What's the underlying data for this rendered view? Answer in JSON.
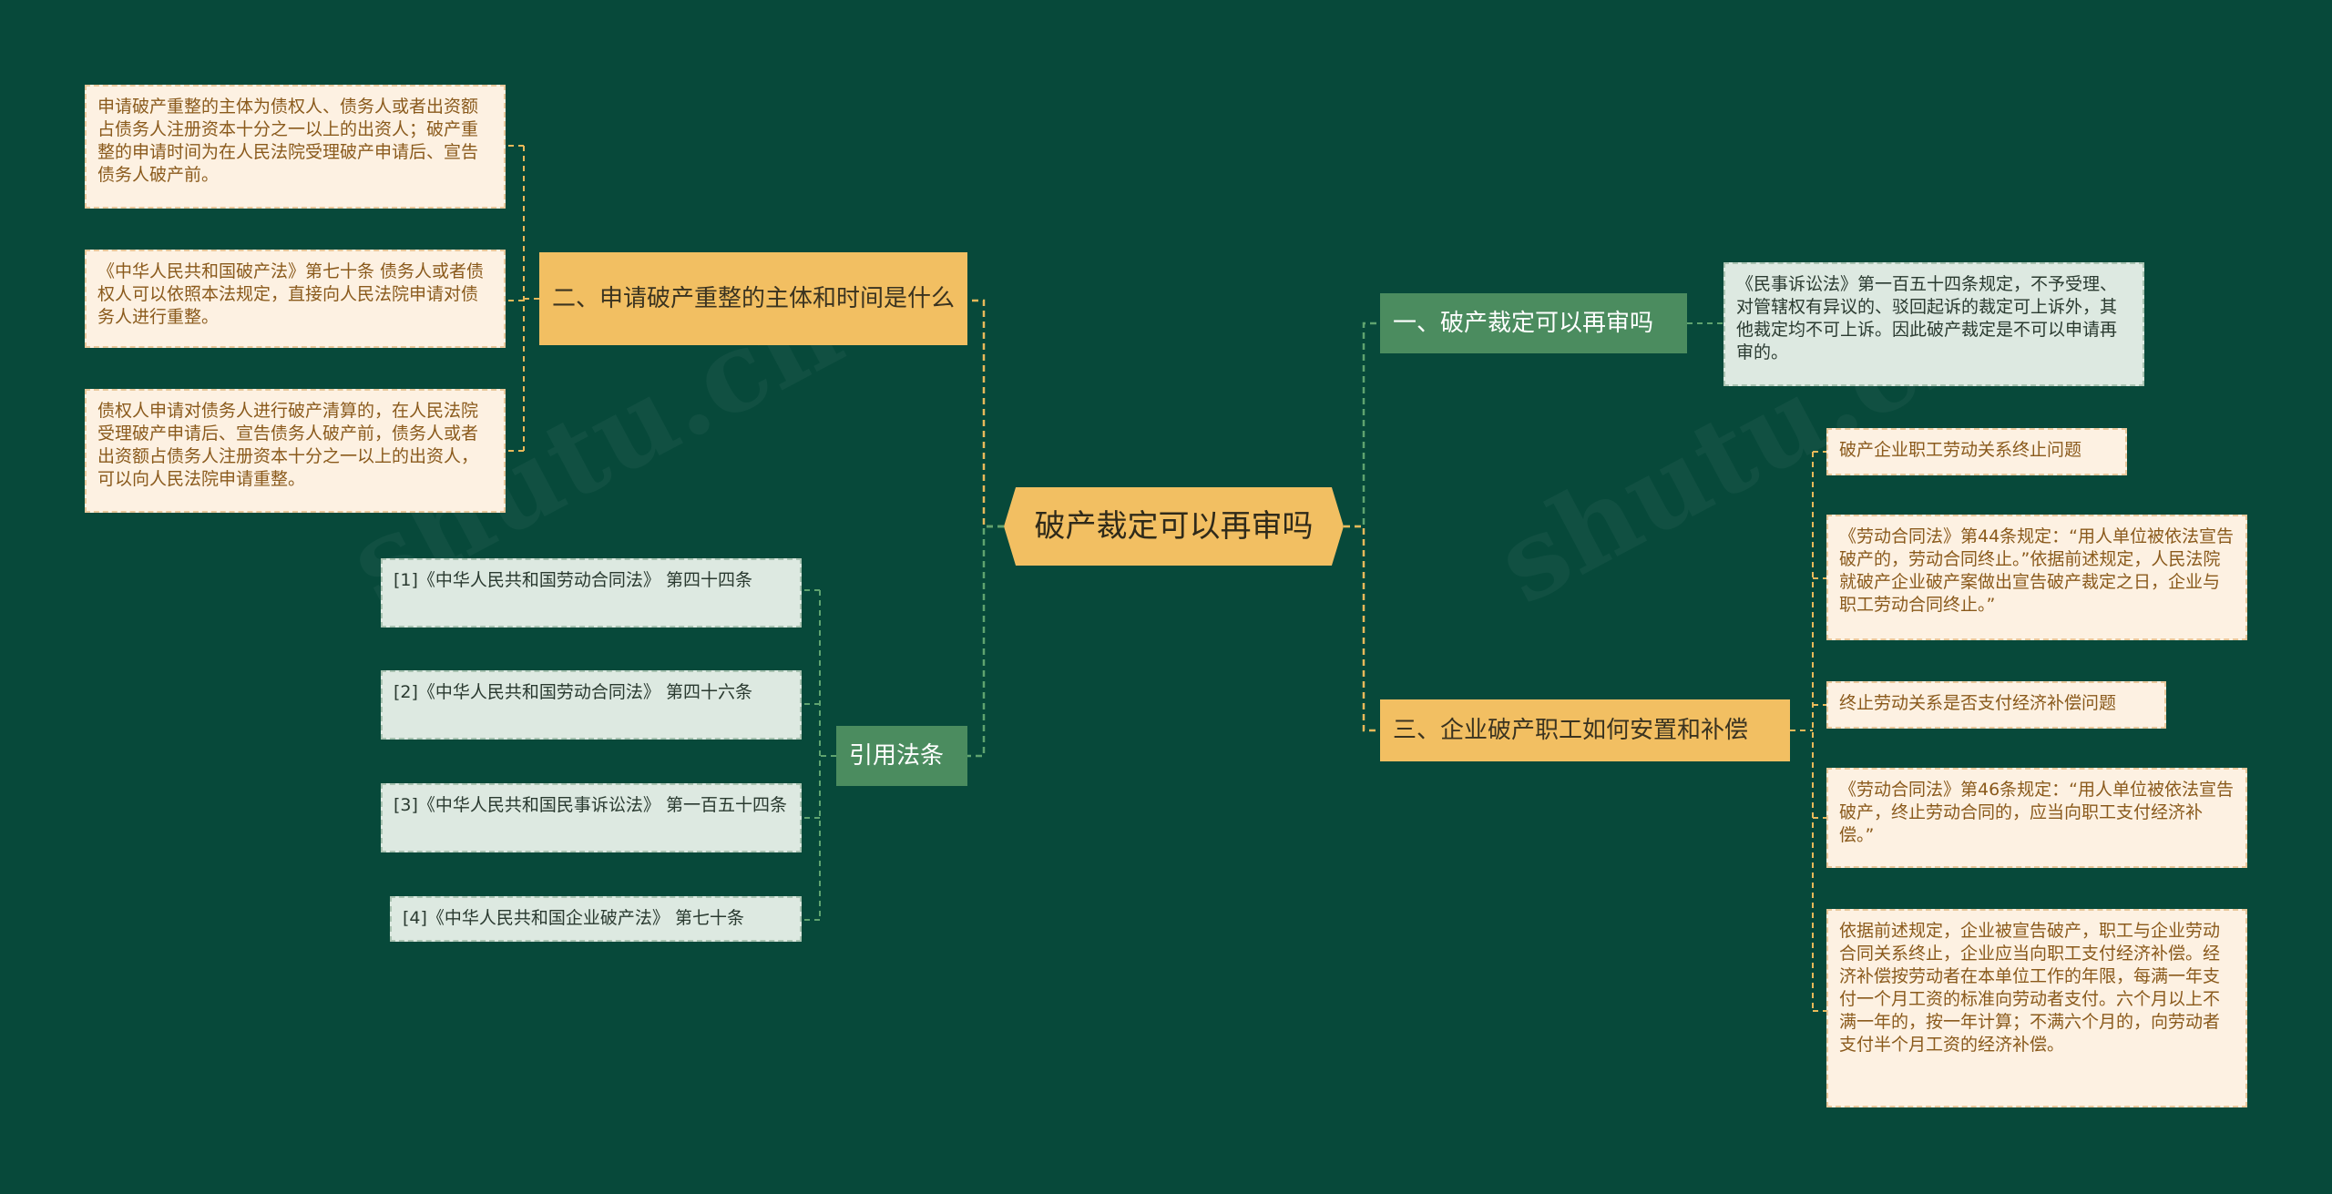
{
  "root": {
    "label": "破产裁定可以再审吗"
  },
  "left": {
    "branch1": {
      "label": "二、申请破产重整的主体和时间是什么",
      "leaves": [
        "申请破产重整的主体为债权人、债务人或者出资额占债务人注册资本十分之一以上的出资人；破产重整的申请时间为在人民法院受理破产申请后、宣告债务人破产前。",
        "《中华人民共和国破产法》第七十条 债务人或者债权人可以依照本法规定，直接向人民法院申请对债务人进行重整。",
        "债权人申请对债务人进行破产清算的，在人民法院受理破产申请后、宣告债务人破产前，债务人或者出资额占债务人注册资本十分之一以上的出资人，可以向人民法院申请重整。"
      ]
    },
    "branch2": {
      "label": "引用法条",
      "leaves": [
        "[1]《中华人民共和国劳动合同法》 第四十四条",
        "[2]《中华人民共和国劳动合同法》 第四十六条",
        "[3]《中华人民共和国民事诉讼法》 第一百五十四条",
        "[4]《中华人民共和国企业破产法》 第七十条"
      ]
    }
  },
  "right": {
    "branch1": {
      "label": "一、破产裁定可以再审吗",
      "leaves": [
        "《民事诉讼法》第一百五十四条规定，不予受理、对管辖权有异议的、驳回起诉的裁定可上诉外，其他裁定均不可上诉。因此破产裁定是不可以申请再审的。"
      ]
    },
    "branch2": {
      "label": "三、企业破产职工如何安置和补偿",
      "leaves": [
        "破产企业职工劳动关系终止问题",
        "《劳动合同法》第44条规定：“用人单位被依法宣告破产的，劳动合同终止。”依据前述规定，人民法院就破产企业破产案做出宣告破产裁定之日，企业与职工劳动合同终止。”",
        "终止劳动关系是否支付经济补偿问题",
        "《劳动合同法》第46条规定：“用人单位被依法宣告破产，终止劳动合同的，应当向职工支付经济补偿。”",
        "依据前述规定，企业被宣告破产，职工与企业劳动合同关系终止，企业应当向职工支付经济补偿。经济补偿按劳动者在本单位工作的年限，每满一年支付一个月工资的标准向劳动者支付。六个月以上不满一年的，按一年计算；不满六个月的，向劳动者支付半个月工资的经济补偿。"
      ]
    }
  },
  "colors": {
    "background": "#07493a",
    "accent_orange": "#f2bf62",
    "accent_green": "#4b8c5f",
    "line_orange": "#e8b95a",
    "line_green": "#5fa36f"
  }
}
